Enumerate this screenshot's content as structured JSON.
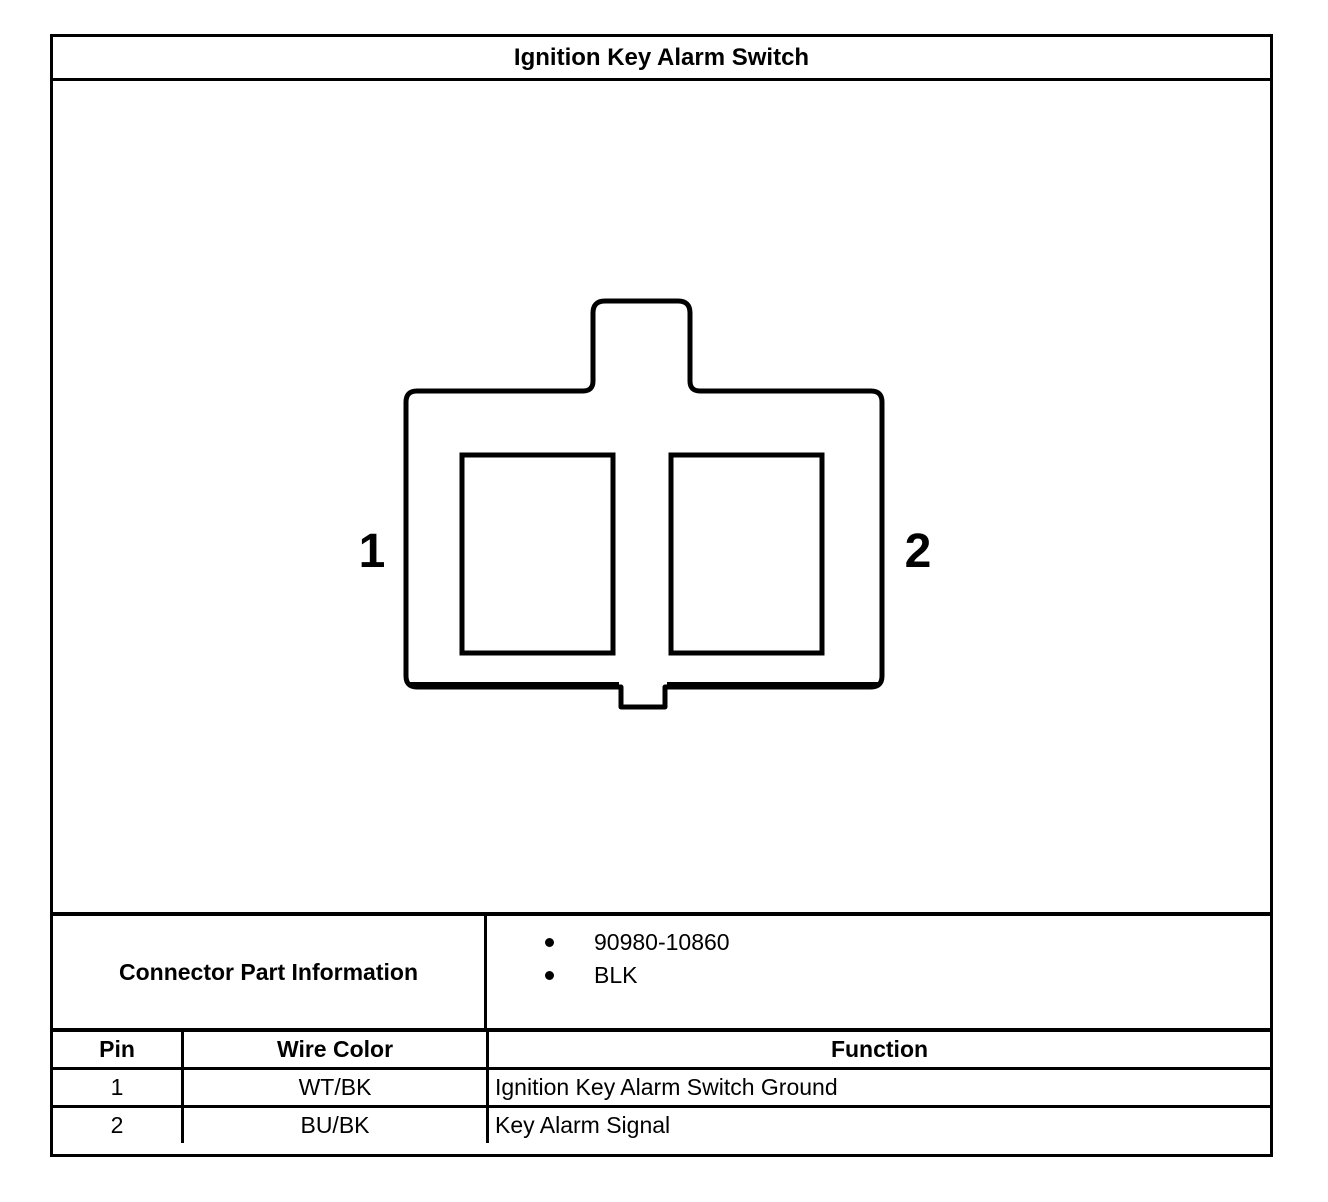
{
  "title": "Ignition Key Alarm Switch",
  "diagram": {
    "pin_labels": [
      "1",
      "2"
    ]
  },
  "connector_info": {
    "label": "Connector Part Information",
    "items": [
      "90980-10860",
      "BLK"
    ]
  },
  "pin_table": {
    "headers": {
      "pin": "Pin",
      "wire_color": "Wire Color",
      "function": "Function"
    },
    "rows": [
      {
        "pin": "1",
        "wire_color": "WT/BK",
        "function": "Ignition Key Alarm Switch Ground"
      },
      {
        "pin": "2",
        "wire_color": "BU/BK",
        "function": "Key Alarm Signal"
      }
    ]
  }
}
